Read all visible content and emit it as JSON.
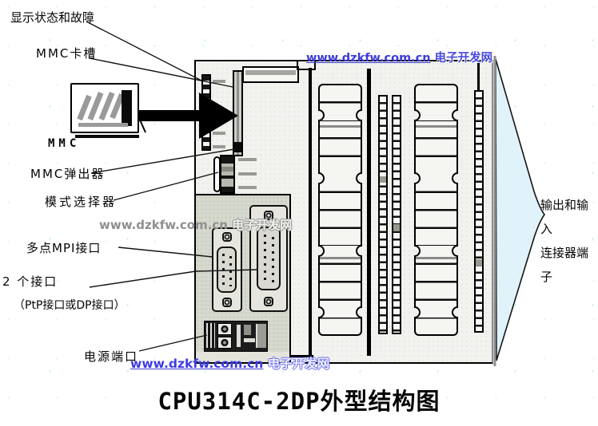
{
  "diagram": {
    "title": "CPU314C-2DP外型结构图",
    "callouts": {
      "status_led": "显示状态和故障",
      "mmc_slot": "MMC卡槽",
      "mmc_card": "MMC",
      "mmc_ejector": "MMC弹出器",
      "mode_selector": "模式选择器",
      "mpi_port": "多点MPI接口",
      "two_ports": "2 个接口",
      "two_ports_note": "（PtP接口或DP接口）",
      "power_port": "电源端口",
      "io_terminals_line1": "输出和输入",
      "io_terminals_line2": "连接器端子"
    },
    "watermark": {
      "url": "www.dzkfw.com.cn",
      "site": "电子开发网"
    },
    "colors": {
      "watermark_blue": "#3c3cd8",
      "watermark_gray": "#8f8f8f",
      "device_body": "#f2f2ef",
      "front_panel_gray": "#d6d9cd",
      "io_brace_fill": "#e1f3fa"
    }
  }
}
